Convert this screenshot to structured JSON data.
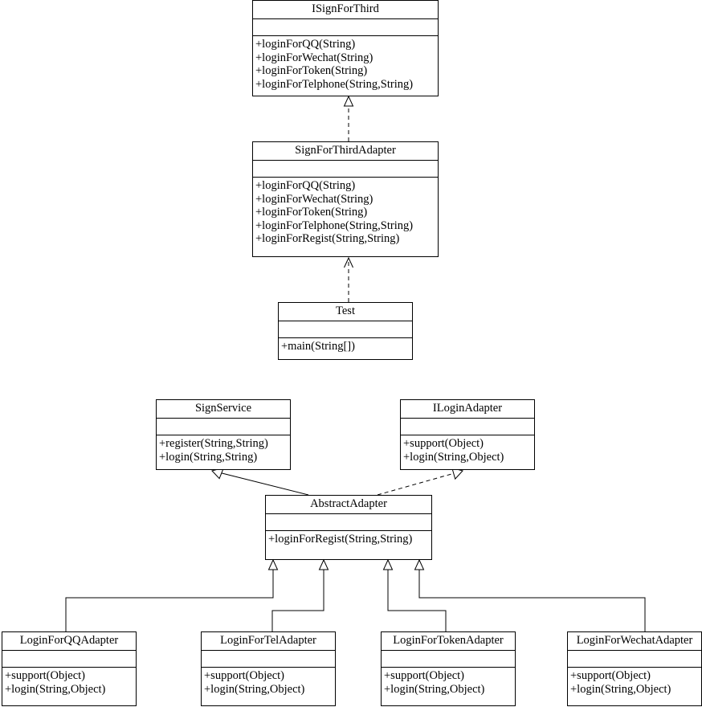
{
  "diagram": {
    "classes": [
      {
        "id": "isignforthird",
        "name": "ISignForThird",
        "operations": [
          "+loginForQQ(String)",
          "+loginForWechat(String)",
          "+loginForToken(String)",
          "+loginForTelphone(String,String)"
        ]
      },
      {
        "id": "signforthirdadapter",
        "name": "SignForThirdAdapter",
        "operations": [
          "+loginForQQ(String)",
          "+loginForWechat(String)",
          "+loginForToken(String)",
          "+loginForTelphone(String,String)",
          "+loginForRegist(String,String)"
        ]
      },
      {
        "id": "test",
        "name": "Test",
        "operations": [
          "+main(String[])"
        ]
      },
      {
        "id": "signservice",
        "name": "SignService",
        "operations": [
          "+register(String,String)",
          "+login(String,String)"
        ]
      },
      {
        "id": "iloginadapter",
        "name": "ILoginAdapter",
        "operations": [
          "+support(Object)",
          "+login(String,Object)"
        ]
      },
      {
        "id": "abstractadapter",
        "name": "AbstractAdapter",
        "operations": [
          "+loginForRegist(String,String)"
        ]
      },
      {
        "id": "loginforqqadapter",
        "name": "LoginForQQAdapter",
        "operations": [
          "+support(Object)",
          "+login(String,Object)"
        ]
      },
      {
        "id": "loginforteladapter",
        "name": "LoginForTelAdapter",
        "operations": [
          "+support(Object)",
          "+login(String,Object)"
        ]
      },
      {
        "id": "loginfortokenadapter",
        "name": "LoginForTokenAdapter",
        "operations": [
          "+support(Object)",
          "+login(String,Object)"
        ]
      },
      {
        "id": "loginforwechatadapter",
        "name": "LoginForWechatAdapter",
        "operations": [
          "+support(Object)",
          "+login(String,Object)"
        ]
      }
    ],
    "relations": [
      {
        "from": "signforthirdadapter",
        "to": "isignforthird",
        "kind": "realization"
      },
      {
        "from": "test",
        "to": "signforthirdadapter",
        "kind": "dependency"
      },
      {
        "from": "abstractadapter",
        "to": "signservice",
        "kind": "generalization"
      },
      {
        "from": "abstractadapter",
        "to": "iloginadapter",
        "kind": "realization"
      },
      {
        "from": "loginforqqadapter",
        "to": "abstractadapter",
        "kind": "generalization"
      },
      {
        "from": "loginforteladapter",
        "to": "abstractadapter",
        "kind": "generalization"
      },
      {
        "from": "loginfortokenadapter",
        "to": "abstractadapter",
        "kind": "generalization"
      },
      {
        "from": "loginforwechatadapter",
        "to": "abstractadapter",
        "kind": "generalization"
      }
    ]
  }
}
